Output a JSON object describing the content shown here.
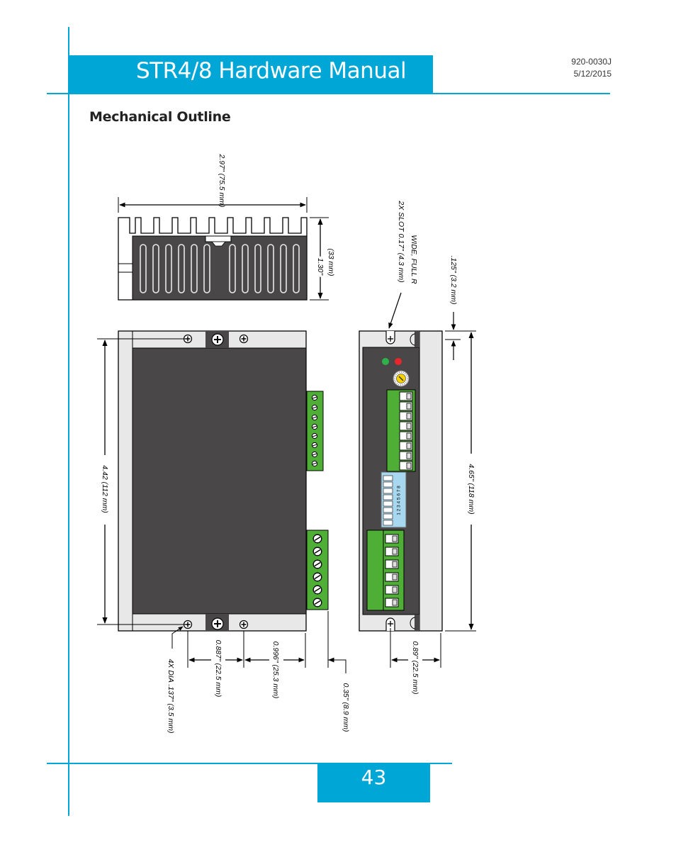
{
  "header": {
    "title": "STR4/8 Hardware Manual",
    "doc_number": "920-0030J",
    "doc_date": "5/12/2015"
  },
  "section_title": "Mechanical Outline",
  "dimensions": {
    "width": "2.97\" (75.5 mm)",
    "height_line1": "1.30\"",
    "height_line2": "(33 mm)",
    "slot_line1": "2X SLOT 0.17\" (4.3 mm)",
    "slot_line2": "WIDE, FULL R",
    "slot_offset": ".125\" (3.2 mm)",
    "hole_span": "4.42 (112 mm)",
    "length": "4.65\" (118 mm)",
    "hole_dia": "4X DIA .137\" (3.5 mm)",
    "hole_spacing_1": "0.887\" (22.5 mm)",
    "hole_spacing_2": "0.996\" (25.3 mm)",
    "connector_overhang": "0.35\" (8.9 mm)",
    "side_hole_offset": "0.89\" (22.5 mm)"
  },
  "dip_switch_numbers": "1 2 3 4 5 6 7 8",
  "colors": {
    "accent": "#00a6d6",
    "housing": "#4a4748",
    "plate": "#e8e8e8",
    "connector": "#4fae36",
    "led_green": "#2db34a",
    "led_red": "#e8262b",
    "dip_switch": "#a8d8f0"
  },
  "footer": {
    "page_number": "43"
  }
}
